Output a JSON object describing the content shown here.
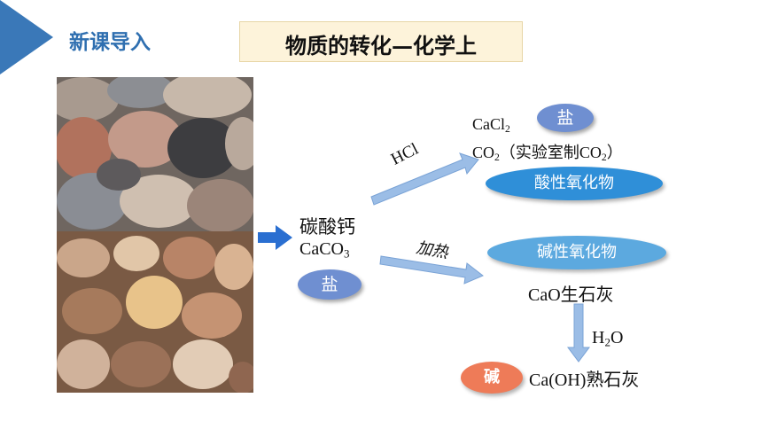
{
  "header": {
    "section_label": "新课导入",
    "title": "物质的转化—化学上"
  },
  "center": {
    "name": "碳酸钙",
    "formula_main": "CaCO",
    "formula_sub": "3",
    "category": "盐"
  },
  "hcl_branch": {
    "reagent": "HCl",
    "product1_main": "CaCl",
    "product1_sub": "2",
    "category": "盐",
    "product2_main": "CO",
    "product2_sub": "2",
    "product2_note_open": "（实验室制CO",
    "product2_note_sub": "2",
    "product2_note_close": "）",
    "oxide_type": "酸性氧化物"
  },
  "heat_branch": {
    "condition": "加热",
    "oxide_type": "碱性氧化物",
    "product_formula": "CaO",
    "product_name": "生石灰",
    "water_main": "H",
    "water_sub": "2",
    "water_end": "O",
    "final_category": "碱",
    "final_formula": "Ca(OH)",
    "final_name": "熟石灰"
  },
  "colors": {
    "header_blue": "#2f6fb0",
    "salt_pill": "#6f8fd1",
    "acid_oxide_pill": "#2f8fd8",
    "basic_oxide_pill": "#5ca9df",
    "base_pill": "#ee7b58",
    "arrow_fill": "#9bbde6"
  }
}
